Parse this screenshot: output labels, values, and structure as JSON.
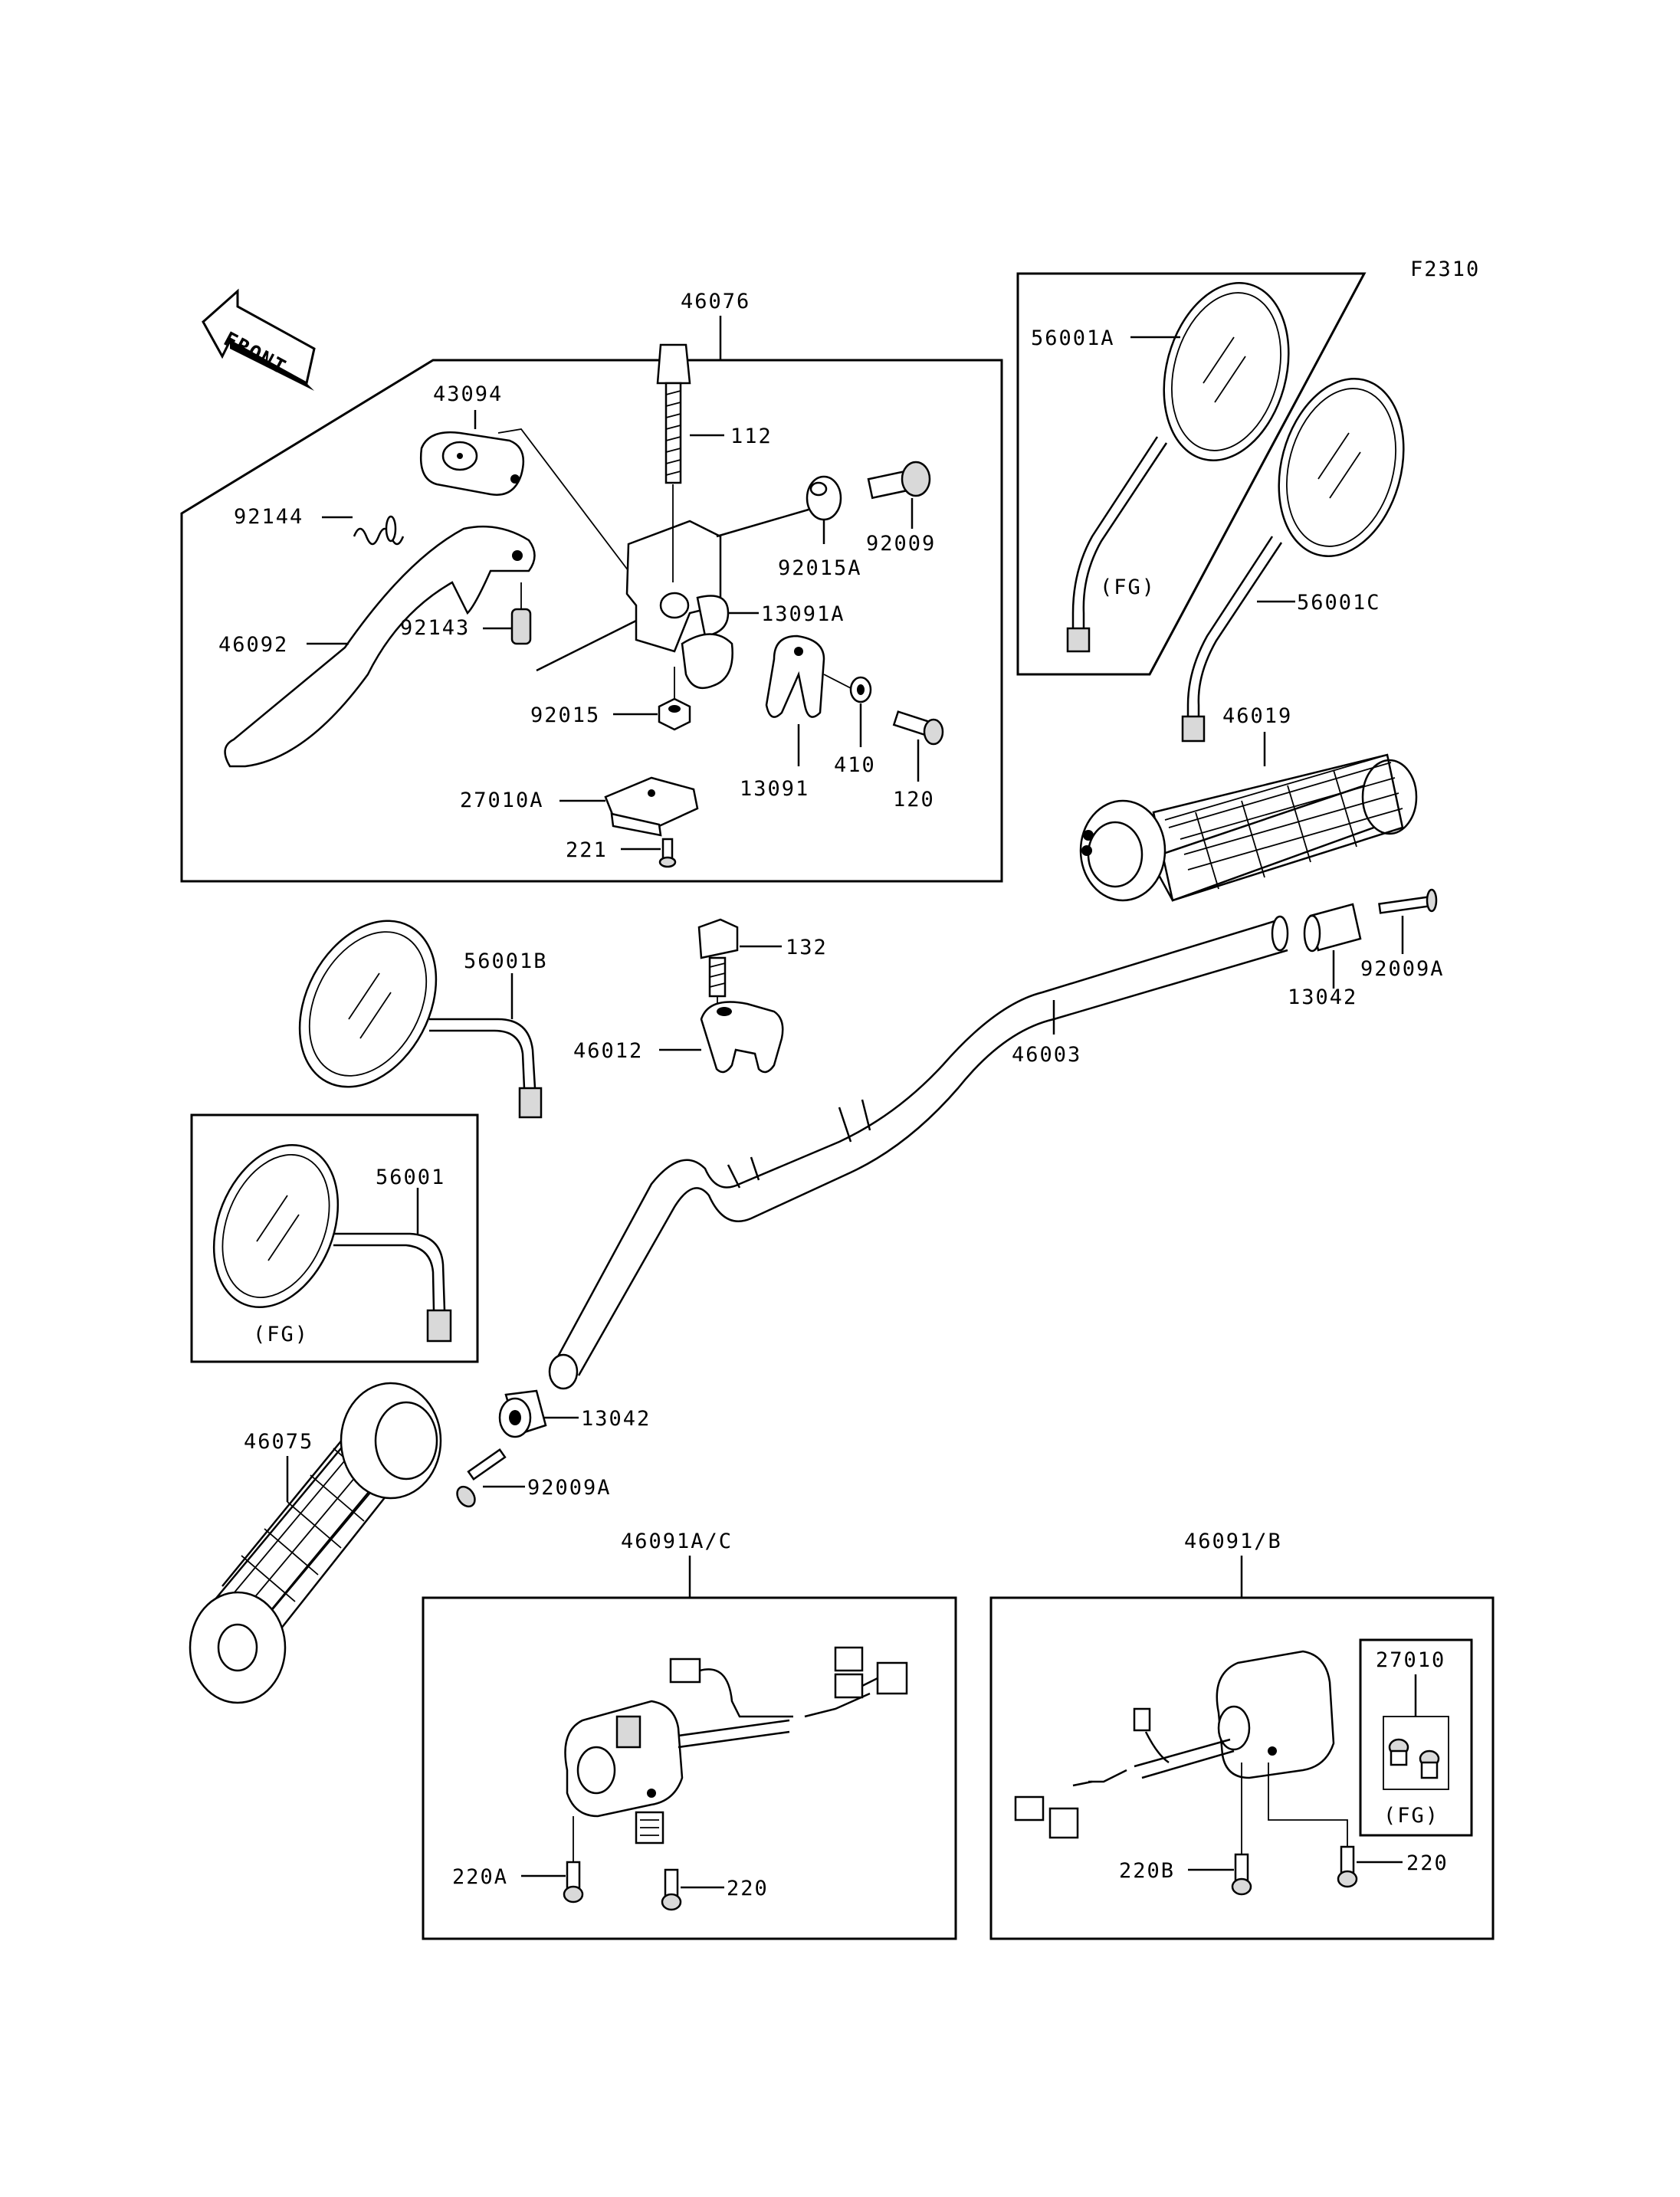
{
  "figure_code": "F2310",
  "front_label": "FRONT",
  "labels": {
    "46076": "46076",
    "43094": "43094",
    "112": "112",
    "92144": "92144",
    "92009": "92009",
    "92015A": "92015A",
    "46092": "46092",
    "92143": "92143",
    "13091A": "13091A",
    "92015": "92015",
    "410": "410",
    "120": "120",
    "13091": "13091",
    "27010A": "27010A",
    "221": "221",
    "56001A": "56001A",
    "fg_56001A": "(FG)",
    "56001C": "56001C",
    "46019": "46019",
    "56001B": "56001B",
    "132": "132",
    "46012": "46012",
    "13042_right": "13042",
    "92009A_right": "92009A",
    "46003": "46003",
    "56001": "56001",
    "fg_56001": "(FG)",
    "46075": "46075",
    "13042_left": "13042",
    "92009A_left": "92009A",
    "46091AC": "46091A/C",
    "220A": "220A",
    "220_left": "220",
    "46091B": "46091/B",
    "27010": "27010",
    "fg_27010": "(FG)",
    "220B": "220B",
    "220_right": "220"
  }
}
